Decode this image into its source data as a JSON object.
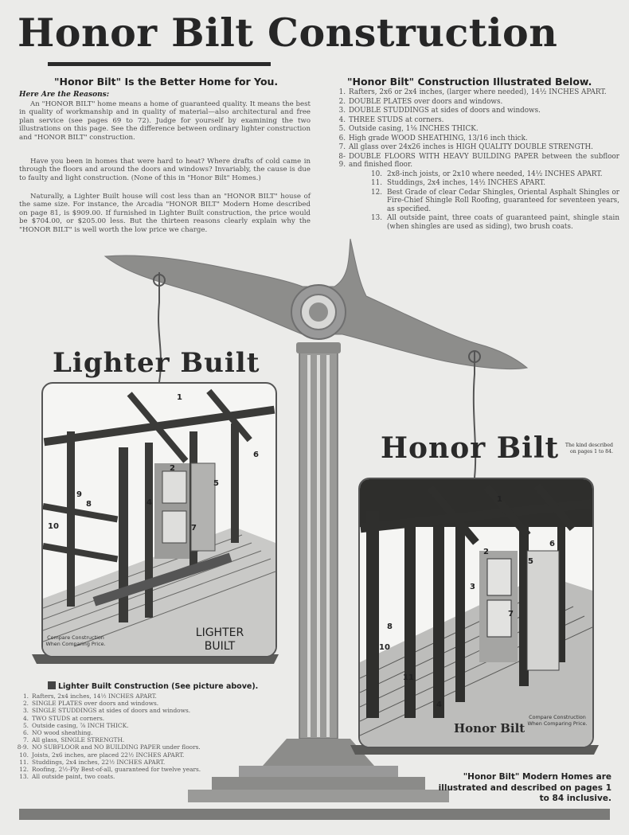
{
  "title": "Honor Bilt Construction",
  "left_heading": "\"Honor Bilt\" Is the Better Home for You.",
  "reasons_label": "Here Are the Reasons:",
  "paragraphs": [
    "An \"HONOR BILT\" home means a home of guaranteed quality. It means the best in quality of workmanship and in quality of material—also architectural and free plan service (see pages 69 to 72). Judge for yourself by examining the two illustrations on this page. See the difference between ordinary lighter construction and \"HONOR BILT\" construction.",
    "Have you been in homes that were hard to heat? Where drafts of cold came in through the floors and around the doors and windows? Invariably, the cause is due to faulty and light construction. (None of this in \"Honor Bilt\" Homes.)",
    "Naturally, a Lighter Built house will cost less than an \"HONOR BILT\" house of the same size. For instance, the Arcadia \"HONOR BILT\" Modern Home described on page 81, is $909.00. If furnished in Lighter Built construction, the price would be $704.00, or $205.00 less. But the thirteen reasons clearly explain why the \"HONOR BILT\" is well worth the low price we charge."
  ],
  "right_heading": "\"Honor Bilt\" Construction Illustrated Below.",
  "honor_list": [
    {
      "num": "1.",
      "text": "Rafters, 2x6 or 2x4 inches, (larger where needed), 14½ INCHES APART.",
      "sub": false
    },
    {
      "num": "2.",
      "text": "DOUBLE PLATES over doors and windows.",
      "sub": false
    },
    {
      "num": "3.",
      "text": "DOUBLE STUDDINGS at sides of doors and windows.",
      "sub": false
    },
    {
      "num": "4.",
      "text": "THREE STUDS at corners.",
      "sub": false
    },
    {
      "num": "5.",
      "text": "Outside casing, 1⅛ INCHES THICK.",
      "sub": false
    },
    {
      "num": "6.",
      "text": "High grade WOOD SHEATHING, 13/16 inch thick.",
      "sub": false
    },
    {
      "num": "7.",
      "text": "All glass over 24x26 inches is HIGH QUALITY DOUBLE STRENGTH.",
      "sub": false
    },
    {
      "num": "8-9.",
      "text": "DOUBLE FLOORS WITH HEAVY BUILDING PAPER between the subfloor and finished floor.",
      "sub": false
    },
    {
      "num": "10.",
      "text": "2x8-inch joists, or 2x10 where needed, 14½ INCHES APART.",
      "sub": true
    },
    {
      "num": "11.",
      "text": "Studdings, 2x4 inches, 14½ INCHES APART.",
      "sub": true
    },
    {
      "num": "12.",
      "text": "Best Grade of clear Cedar Shingles, Oriental Asphalt Shingles or Fire-Chief Shingle Roll Roofing, guaranteed for seventeen years, as specified.",
      "sub": true
    },
    {
      "num": "13.",
      "text": "All outside paint, three coats of guaranteed paint, shingle stain (when shingles are used as siding), two brush coats.",
      "sub": true
    }
  ],
  "lighter_heading": "Lighter Built Construction (See picture above).",
  "lighter_list": [
    {
      "num": "1.",
      "text": "Rafters, 2x4 inches, 14½ INCHES APART."
    },
    {
      "num": "2.",
      "text": "SINGLE PLATES over doors and windows."
    },
    {
      "num": "3.",
      "text": "SINGLE STUDDINGS at sides of doors and windows."
    },
    {
      "num": "4.",
      "text": "TWO STUDS at corners."
    },
    {
      "num": "5.",
      "text": "Outside casing, ⅞ INCH THICK."
    },
    {
      "num": "6.",
      "text": "NO wood sheathing."
    },
    {
      "num": "7.",
      "text": "All glass, SINGLE STRENGTH."
    },
    {
      "num": "8-9.",
      "text": "NO SUBFLOOR and NO BUILDING PAPER under floors."
    },
    {
      "num": "10.",
      "text": "Joists, 2x6 inches, are placed 22½ INCHES APART."
    },
    {
      "num": "11.",
      "text": "Studdings, 2x4 inches, 22½ INCHES APART."
    },
    {
      "num": "12.",
      "text": "Roofing, 2½-Ply Best-of-all, guaranteed for twelve years."
    },
    {
      "num": "13.",
      "text": "All outside paint, two coats."
    }
  ],
  "lighter_built_title": "Lighter Built",
  "honor_bilt_title": "Honor Bilt",
  "kind_note": "The kind described on pages 1 to 84.",
  "lighter_frame_label": "LIGHTER BUILT",
  "lighter_compare": "Compare Construction When Comparing Price.",
  "honor_compare": "Compare Construction When Comparing Price.",
  "honor_logo": "Honor Bilt",
  "bottom_note": "\"Honor Bilt\" Modern Homes are illustrated and described on pages 1 to 84 inclusive.",
  "lighter_numbers": [
    "1",
    "2",
    "4",
    "5",
    "6",
    "7",
    "8",
    "9",
    "10"
  ],
  "honor_numbers": [
    "1",
    "2",
    "3",
    "4",
    "5",
    "6",
    "7",
    "8",
    "10",
    "11"
  ]
}
